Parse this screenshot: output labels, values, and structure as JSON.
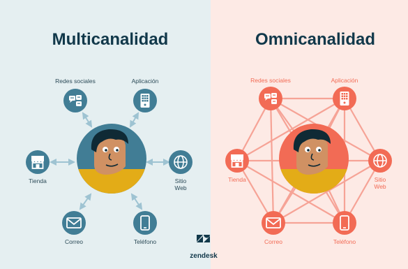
{
  "left": {
    "title": "Multicanalidad",
    "labels": {
      "social": "Redes sociales",
      "app": "Aplicación",
      "store": "Tienda",
      "web": "Sitio Web",
      "mail": "Correo",
      "phone": "Teléfono"
    }
  },
  "right": {
    "title": "Omnicanalidad",
    "labels": {
      "social": "Redes sociales",
      "app": "Aplicación",
      "store": "Tienda",
      "web": "Sitio Web",
      "mail": "Correo",
      "phone": "Teléfono"
    }
  },
  "brand": {
    "name": "zendesk"
  },
  "colors": {
    "left_bg": "#e5eff1",
    "right_bg": "#fdeae5",
    "left_icon": "#417d95",
    "right_icon": "#f26b55",
    "arrow_left": "#9ec3d2",
    "line_right": "#f6a396",
    "title": "#11384a",
    "skin": "#d09163",
    "hair": "#0f2a35",
    "shirt": "#e3ac17",
    "left_text": "#2b4a57",
    "right_text": "#f26b55"
  },
  "icons": {
    "social": "chat-bubbles-icon",
    "app": "app-keypad-icon",
    "store": "store-awning-icon",
    "web": "globe-icon",
    "mail": "envelope-icon",
    "phone": "smartphone-icon",
    "brand": "zendesk-logo-icon"
  }
}
